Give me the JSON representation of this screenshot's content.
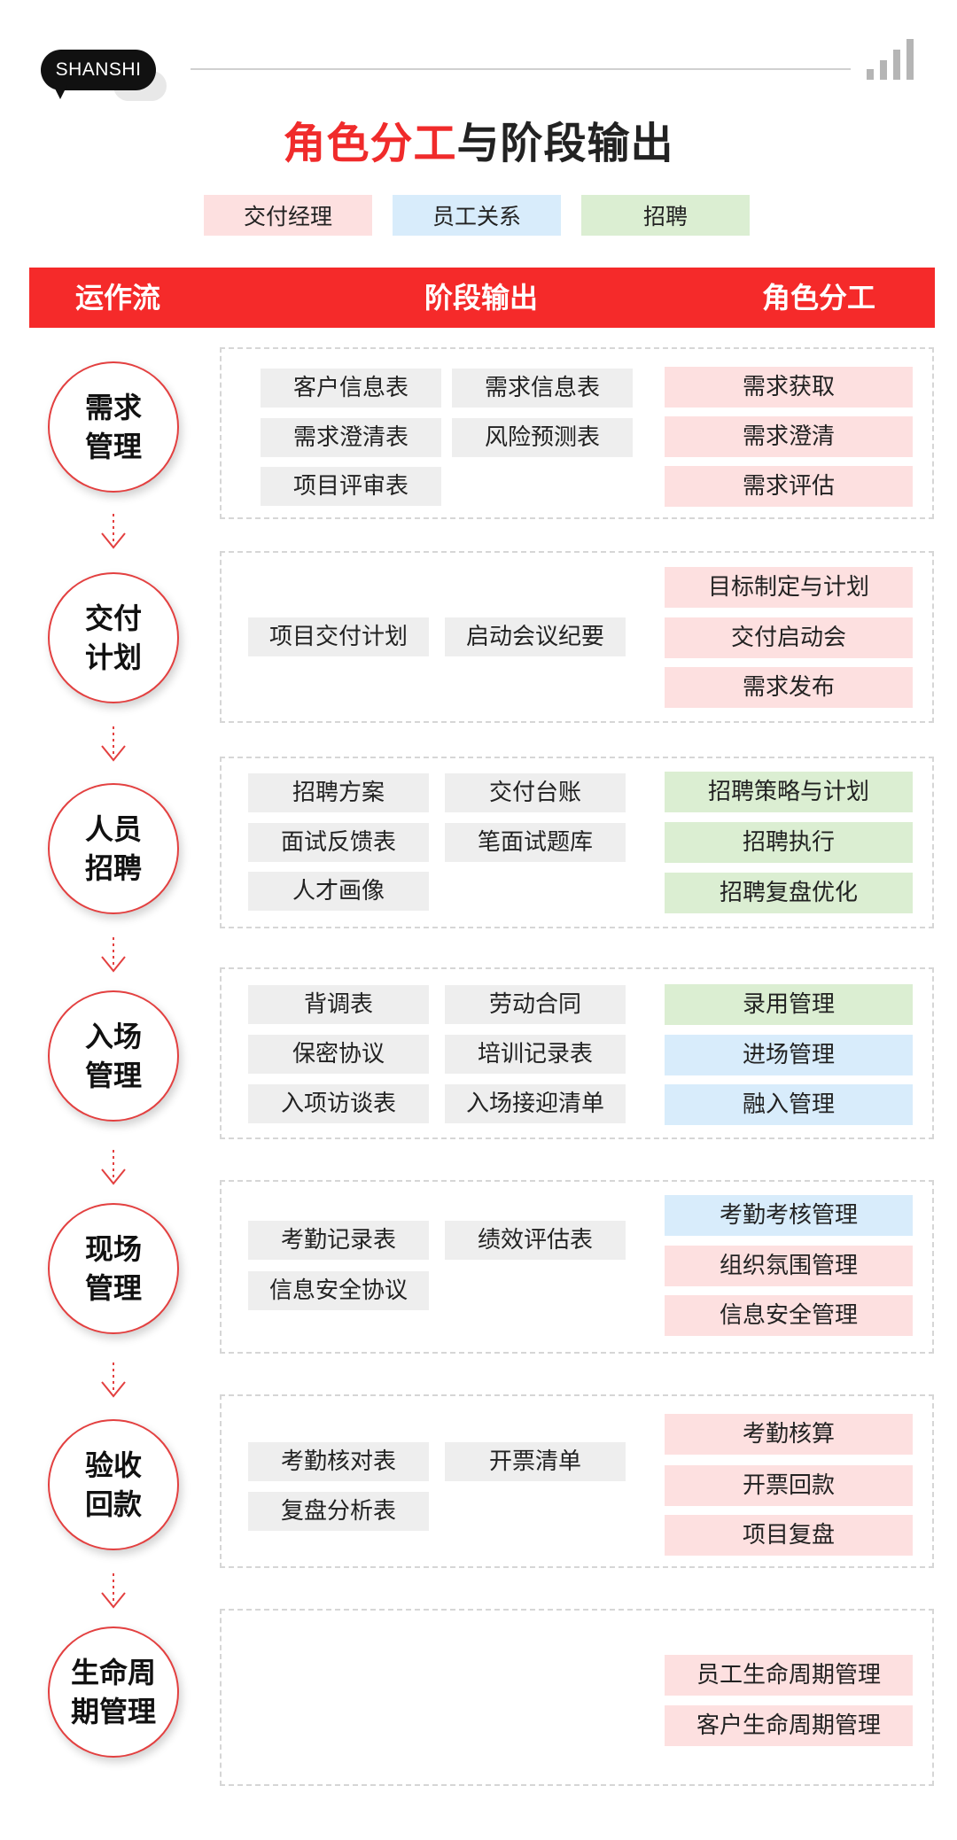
{
  "brand": {
    "badge_text": "SHANSHI"
  },
  "title": {
    "red_part": "角色分工",
    "dark_part": "与阶段输出"
  },
  "colors": {
    "accent": "#f52a2a",
    "delivery_manager": "#fde0e0",
    "employee_relations": "#d8ecfb",
    "recruitment": "#dbeed2",
    "output_chip": "#eeeeee"
  },
  "legend": [
    {
      "label": "交付经理",
      "color": "pink"
    },
    {
      "label": "员工关系",
      "color": "blue"
    },
    {
      "label": "招聘",
      "color": "green"
    }
  ],
  "header": {
    "col1": "运作流",
    "col2": "阶段输出",
    "col3": "角色分工"
  },
  "stages": [
    {
      "line1": "需求",
      "line2": "管理",
      "outputs": [
        "客户信息表",
        "需求信息表",
        "需求澄清表",
        "风险预测表",
        "项目评审表"
      ],
      "roles": [
        {
          "label": "需求获取",
          "color": "pink"
        },
        {
          "label": "需求澄清",
          "color": "pink"
        },
        {
          "label": "需求评估",
          "color": "pink"
        }
      ]
    },
    {
      "line1": "交付",
      "line2": "计划",
      "outputs": [
        "项目交付计划",
        "启动会议纪要"
      ],
      "roles": [
        {
          "label": "目标制定与计划",
          "color": "pink"
        },
        {
          "label": "交付启动会",
          "color": "pink"
        },
        {
          "label": "需求发布",
          "color": "pink"
        }
      ]
    },
    {
      "line1": "人员",
      "line2": "招聘",
      "outputs": [
        "招聘方案",
        "交付台账",
        "面试反馈表",
        "笔面试题库",
        "人才画像"
      ],
      "roles": [
        {
          "label": "招聘策略与计划",
          "color": "green"
        },
        {
          "label": "招聘执行",
          "color": "green"
        },
        {
          "label": "招聘复盘优化",
          "color": "green"
        }
      ]
    },
    {
      "line1": "入场",
      "line2": "管理",
      "outputs": [
        "背调表",
        "劳动合同",
        "保密协议",
        "培训记录表",
        "入项访谈表",
        "入场接迎清单"
      ],
      "roles": [
        {
          "label": "录用管理",
          "color": "green"
        },
        {
          "label": "进场管理",
          "color": "blue"
        },
        {
          "label": "融入管理",
          "color": "blue"
        }
      ]
    },
    {
      "line1": "现场",
      "line2": "管理",
      "outputs": [
        "考勤记录表",
        "绩效评估表",
        "信息安全协议"
      ],
      "roles": [
        {
          "label": "考勤考核管理",
          "color": "blue"
        },
        {
          "label": "组织氛围管理",
          "color": "pink"
        },
        {
          "label": "信息安全管理",
          "color": "pink"
        }
      ]
    },
    {
      "line1": "验收",
      "line2": "回款",
      "outputs": [
        "考勤核对表",
        "开票清单",
        "复盘分析表"
      ],
      "roles": [
        {
          "label": "考勤核算",
          "color": "pink"
        },
        {
          "label": "开票回款",
          "color": "pink"
        },
        {
          "label": "项目复盘",
          "color": "pink"
        }
      ]
    },
    {
      "line1": "生命周",
      "line2": "期管理",
      "outputs": [],
      "roles": [
        {
          "label": "员工生命周期管理",
          "color": "pink"
        },
        {
          "label": "客户生命周期管理",
          "color": "pink"
        }
      ]
    }
  ]
}
